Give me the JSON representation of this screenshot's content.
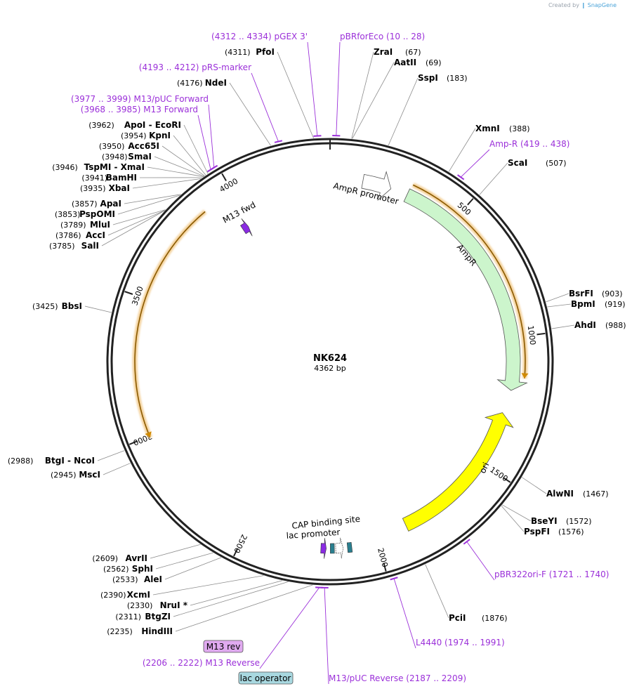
{
  "header": {
    "credit_prefix": "Created by",
    "credit_brand": "SnapGene"
  },
  "map": {
    "name": "NK624",
    "length_label": "4362 bp",
    "total_bp": 4362
  },
  "ticks": [
    {
      "bp": 500,
      "label": "500"
    },
    {
      "bp": 1000,
      "label": "1000"
    },
    {
      "bp": 1500,
      "label": "1500"
    },
    {
      "bp": 2000,
      "label": "2000"
    },
    {
      "bp": 2500,
      "label": "2500"
    },
    {
      "bp": 3000,
      "label": "3000"
    },
    {
      "bp": 3500,
      "label": "3500"
    },
    {
      "bp": 4000,
      "label": "4000"
    }
  ],
  "enzymes": [
    {
      "name": "ZraI",
      "pos": "(67)",
      "bp": 67
    },
    {
      "name": "AatII",
      "pos": "(69)",
      "bp": 69
    },
    {
      "name": "SspI",
      "pos": "(183)",
      "bp": 183
    },
    {
      "name": "XmnI",
      "pos": "(388)",
      "bp": 388
    },
    {
      "name": "ScaI",
      "pos": "(507)",
      "bp": 507
    },
    {
      "name": "BsrFI",
      "pos": "(903)",
      "bp": 903
    },
    {
      "name": "BpmI",
      "pos": "(919)",
      "bp": 919
    },
    {
      "name": "AhdI",
      "pos": "(988)",
      "bp": 988
    },
    {
      "name": "AlwNI",
      "pos": "(1467)",
      "bp": 1467
    },
    {
      "name": "BseYI",
      "pos": "(1572)",
      "bp": 1572
    },
    {
      "name": "PspFI",
      "pos": "(1576)",
      "bp": 1576
    },
    {
      "name": "PciI",
      "pos": "(1876)",
      "bp": 1876
    },
    {
      "name": "HindIII",
      "pos": "(2235)",
      "bp": 2235
    },
    {
      "name": "BtgZI",
      "pos": "(2311)",
      "bp": 2311
    },
    {
      "name": "NruI *",
      "pos": "(2330)",
      "bp": 2330
    },
    {
      "name": "XcmI",
      "pos": "(2390)",
      "bp": 2390
    },
    {
      "name": "AleI",
      "pos": "(2533)",
      "bp": 2533
    },
    {
      "name": "SphI",
      "pos": "(2562)",
      "bp": 2562
    },
    {
      "name": "AvrII",
      "pos": "(2609)",
      "bp": 2609
    },
    {
      "name": "MscI",
      "pos": "(2945)",
      "bp": 2945
    },
    {
      "name": "BtgI - NcoI",
      "pos": "(2988)",
      "bp": 2988
    },
    {
      "name": "BbsI",
      "pos": "(3425)",
      "bp": 3425
    },
    {
      "name": "SalI",
      "pos": "(3785)",
      "bp": 3785
    },
    {
      "name": "AccI",
      "pos": "(3786)",
      "bp": 3786
    },
    {
      "name": "MluI",
      "pos": "(3789)",
      "bp": 3789
    },
    {
      "name": "PspOMI",
      "pos": "(3853)",
      "bp": 3853
    },
    {
      "name": "ApaI",
      "pos": "(3857)",
      "bp": 3857
    },
    {
      "name": "XbaI",
      "pos": "(3935)",
      "bp": 3935
    },
    {
      "name": "BamHI",
      "pos": "(3941)",
      "bp": 3941
    },
    {
      "name": "TspMI - XmaI",
      "pos": "(3946)",
      "bp": 3946
    },
    {
      "name": "SmaI",
      "pos": "(3948)",
      "bp": 3948
    },
    {
      "name": "Acc65I",
      "pos": "(3950)",
      "bp": 3950
    },
    {
      "name": "KpnI",
      "pos": "(3954)",
      "bp": 3954
    },
    {
      "name": "ApoI - EcoRI",
      "pos": "(3962)",
      "bp": 3962
    },
    {
      "name": "NdeI",
      "pos": "(4176)",
      "bp": 4176
    },
    {
      "name": "PfoI",
      "pos": "(4311)",
      "bp": 4311
    }
  ],
  "primers": [
    {
      "name": "pBRforEco",
      "range": "(10 .. 28)",
      "bp": 19
    },
    {
      "name": "Amp-R",
      "range": "(419 .. 438)",
      "bp": 428
    },
    {
      "name": "pBR322ori-F",
      "range": "(1721 .. 1740)",
      "bp": 1730
    },
    {
      "name": "L4440",
      "range": "(1974 .. 1991)",
      "bp": 1982
    },
    {
      "name": "M13/pUC Reverse",
      "range": "(2187 .. 2209)",
      "bp": 2198
    },
    {
      "name": "M13 Reverse",
      "range": "(2206 .. 2222)",
      "bp": 2214
    },
    {
      "name": "M13 Forward",
      "range": "(3968 .. 3985)",
      "bp": 3976
    },
    {
      "name": "M13/pUC Forward",
      "range": "(3977 .. 3999)",
      "bp": 3988
    },
    {
      "name": "pRS-marker",
      "range": "(4193 .. 4212)",
      "bp": 4202
    },
    {
      "name": "pGEX 3'",
      "range": "(4312 .. 4334)",
      "bp": 4323
    }
  ],
  "features": {
    "ampr_promoter": "AmpR promoter",
    "ampr": "AmpR",
    "ori": "ori",
    "m13_fwd": "M13 fwd",
    "lac_promoter": "lac promoter",
    "cap_site": "CAP binding site",
    "m13_rev": "M13 rev",
    "lac_operator": "lac operator"
  },
  "colors": {
    "backbone": "#222222",
    "primer": "#9b30d9",
    "ampr_fill": "#ccf5cc",
    "ori_fill": "#ffff00",
    "orf": "#f0c27a",
    "lac": "#2a7f8f",
    "m13_fill": "#8a2be2",
    "m13_rev_box": "#e0aaf0",
    "lac_operator_box": "#a8d8e0"
  }
}
